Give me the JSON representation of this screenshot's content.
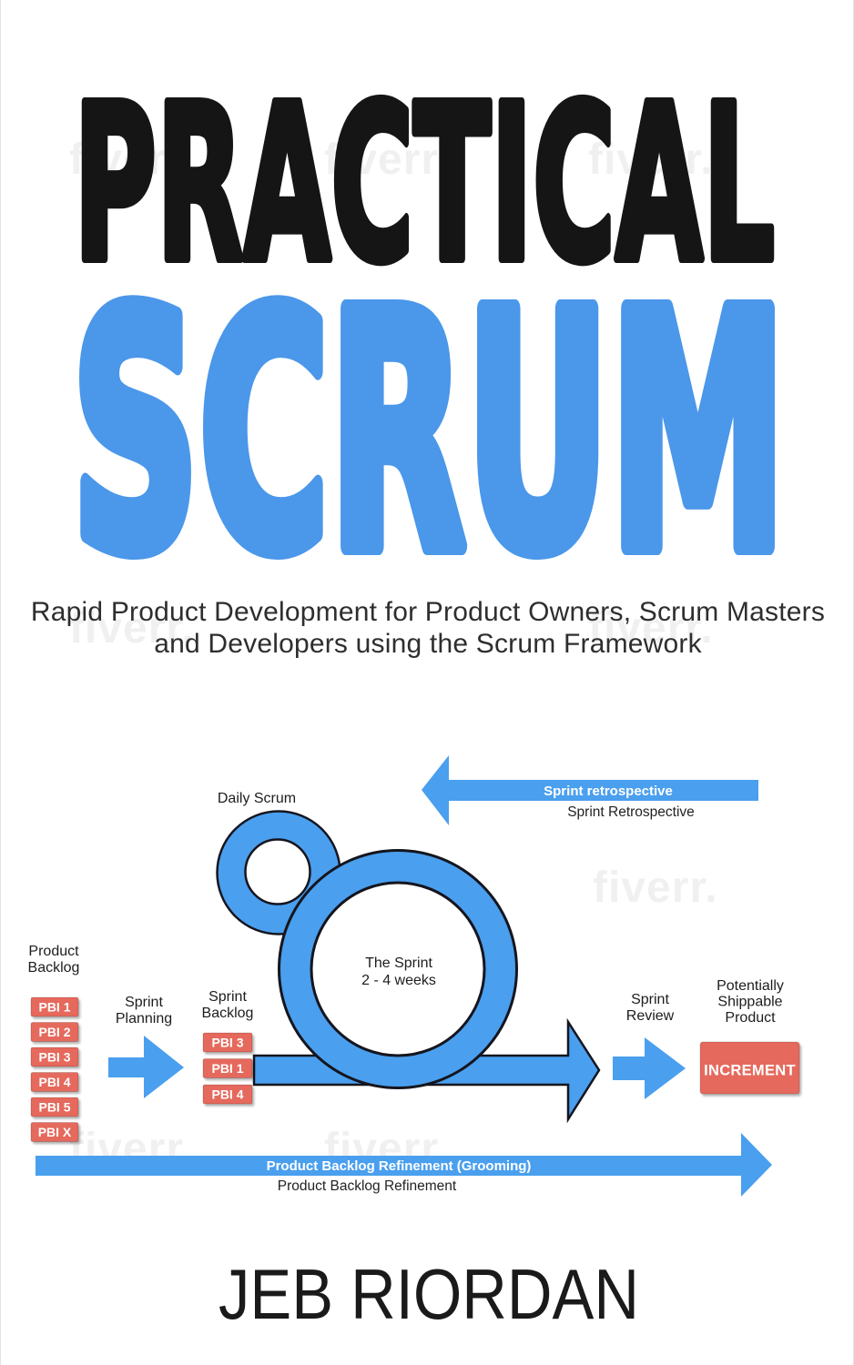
{
  "cover": {
    "title": {
      "line1": "PRACTICAL",
      "line2": "SCRUM"
    },
    "subtitle": {
      "line1": "Rapid Product Development for Product Owners, Scrum Masters",
      "line2": "and Developers using the Scrum Framework"
    },
    "author": "JEB RIORDAN"
  },
  "diagram": {
    "top_arrow": {
      "label": "Sprint retrospective",
      "caption": "Sprint Retrospective"
    },
    "daily_scrum": {
      "label": "Daily Scrum"
    },
    "sprint_circle": {
      "line1": "The Sprint",
      "line2": "2 - 4 weeks"
    },
    "product_backlog": {
      "title_line1": "Product",
      "title_line2": "Backlog",
      "items": [
        "PBI 1",
        "PBI 2",
        "PBI 3",
        "PBI 4",
        "PBI 5",
        "PBI X"
      ]
    },
    "sprint_planning": {
      "line1": "Sprint",
      "line2": "Planning"
    },
    "sprint_backlog": {
      "title_line1": "Sprint",
      "title_line2": "Backlog",
      "items": [
        "PBI 3",
        "PBI 1",
        "PBI 4"
      ]
    },
    "sprint_review": {
      "line1": "Sprint",
      "line2": "Review"
    },
    "shippable": {
      "line1": "Potentially",
      "line2": "Shippable",
      "line3": "Product"
    },
    "increment": {
      "label": "INCREMENT"
    },
    "refinement_arrow": {
      "label": "Product Backlog Refinement (Grooming)",
      "caption": "Product Backlog Refinement"
    }
  },
  "watermark": {
    "label": "fiverr."
  },
  "colors": {
    "title_black": "#151515",
    "scrum_blue": "#4b97ea",
    "diagram_blue": "#4a9fee",
    "item_red": "#e5695c",
    "outline_dark": "#15151e"
  }
}
